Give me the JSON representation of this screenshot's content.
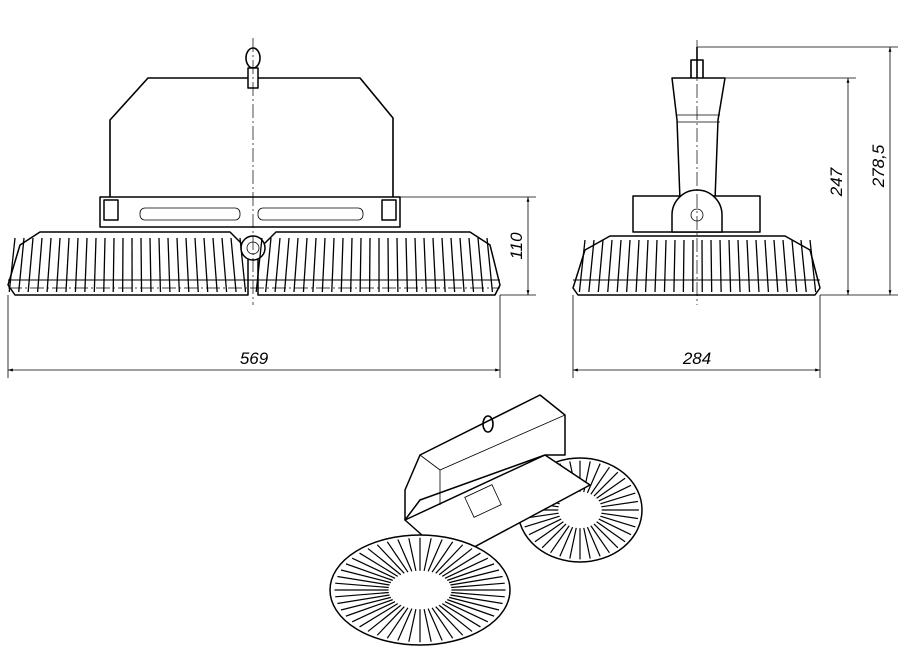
{
  "drawing": {
    "front_view": {
      "width_label": "569",
      "height_label": "110"
    },
    "side_view": {
      "width_label": "284",
      "height_to_bracket_label": "247",
      "total_height_label": "278,5"
    }
  },
  "colors": {
    "line": "#000000",
    "background": "#ffffff"
  }
}
